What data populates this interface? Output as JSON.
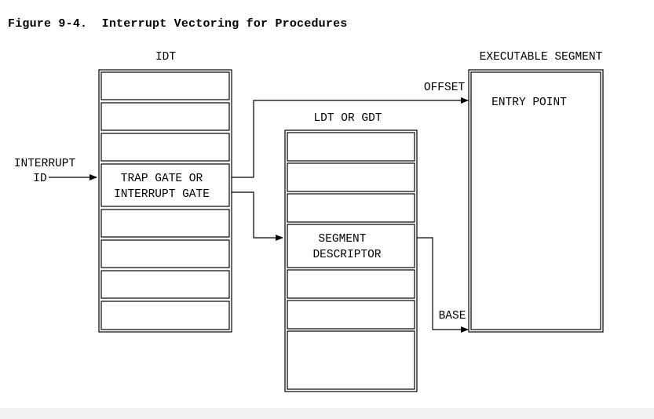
{
  "figure": {
    "title": "Figure 9-4.  Interrupt Vectoring for Procedures"
  },
  "idt": {
    "label": "IDT",
    "gate_line1": "TRAP GATE OR",
    "gate_line2": "INTERRUPT GATE"
  },
  "interrupt": {
    "line1": "INTERRUPT",
    "line2": "ID"
  },
  "ldt": {
    "label": "LDT OR GDT",
    "descriptor_line1": "SEGMENT",
    "descriptor_line2": "DESCRIPTOR"
  },
  "exec_segment": {
    "label": "EXECUTABLE SEGMENT",
    "entry_point": "ENTRY POINT"
  },
  "arrows": {
    "offset_label": "OFFSET",
    "base_label": "BASE"
  }
}
